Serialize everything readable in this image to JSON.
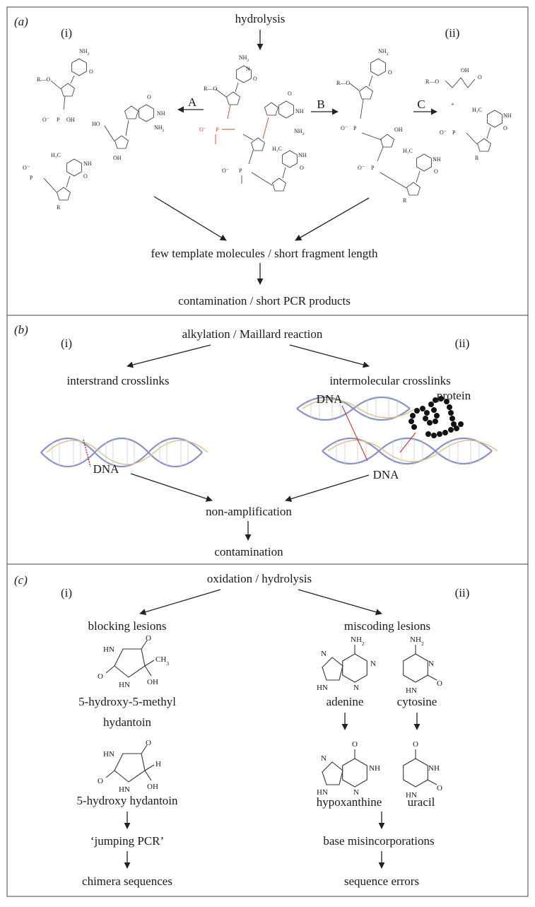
{
  "panel_a": {
    "label": "(a)",
    "top": "hydrolysis",
    "sub_i": "(i)",
    "sub_ii": "(ii)",
    "arrow_A": "A",
    "arrow_B": "B",
    "arrow_C": "C",
    "result1": "few template molecules / short fragment length",
    "result2": "contamination / short PCR products"
  },
  "panel_b": {
    "label": "(b)",
    "top": "alkylation / Maillard reaction",
    "sub_i": "(i)",
    "sub_ii": "(ii)",
    "left_title": "interstrand crosslinks",
    "right_title": "intermolecular crosslinks",
    "dna_left": "DNA",
    "dna_right_top": "DNA",
    "dna_right_bottom": "DNA",
    "protein": "protein",
    "result1": "non-amplification",
    "result2": "contamination"
  },
  "panel_c": {
    "label": "(c)",
    "top": "oxidation / hydrolysis",
    "sub_i": "(i)",
    "sub_ii": "(ii)",
    "blocking": "blocking lesions",
    "mol1_line1": "5-hydroxy-5-methyl",
    "mol1_line2": "hydantoin",
    "mol2": "5-hydroxy hydantoin",
    "jumping": "‘jumping PCR’",
    "chimera": "chimera sequences",
    "miscoding": "miscoding lesions",
    "adenine": "adenine",
    "cytosine": "cytosine",
    "hypoxanthine": "hypoxanthine",
    "uracil": "uracil",
    "misincorp": "base misincorporations",
    "errors": "sequence errors"
  },
  "chem": {
    "NH2": "NH",
    "two": "2",
    "N": "N",
    "NH": "NH",
    "HN": "HN",
    "O": "O",
    "OH": "OH",
    "H": "H",
    "CH3": "CH",
    "three": "3",
    "H3C": "H₃C",
    "R": "R",
    "RO": "R—O",
    "P": "P",
    "Ominus": "O⁻",
    "HO": "HO",
    "plus": "+"
  },
  "colors": {
    "phosphate_highlight": "#d9442e",
    "crosslink": "#c0392b",
    "helix_blue": "#8a93c8",
    "helix_tan": "#e0c08a"
  }
}
